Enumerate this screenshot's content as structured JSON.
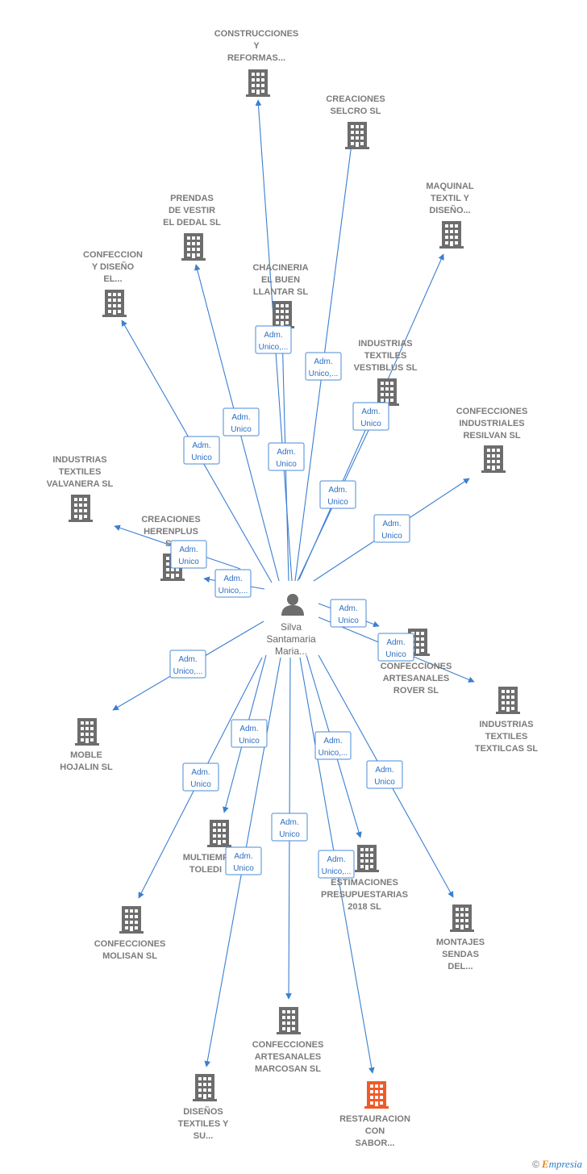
{
  "person": {
    "lines": [
      "Silva",
      "Santamaria",
      "Maria..."
    ],
    "icon": "person-icon"
  },
  "colors": {
    "edge": "#3b7fd1",
    "building": "#6d6d6d",
    "highlight": "#f05a28"
  },
  "companies": [
    {
      "id": "construcciones-reformas",
      "lines": [
        "CONSTRUCCIONES",
        "Y",
        "REFORMAS..."
      ],
      "edge": [
        "Adm.",
        "Unico,..."
      ],
      "highlight": false
    },
    {
      "id": "creaciones-selcro",
      "lines": [
        "CREACIONES",
        "SELCRO  SL"
      ],
      "edge": [
        "Adm.",
        "Unico,..."
      ],
      "highlight": false
    },
    {
      "id": "maquinal-textil",
      "lines": [
        "MAQUINAL",
        "TEXTIL Y",
        "DISEÑO..."
      ],
      "edge": [
        "Adm.",
        "Unico"
      ],
      "highlight": false
    },
    {
      "id": "prendas-de-vestir",
      "lines": [
        "PRENDAS",
        "DE VESTIR",
        "EL DEDAL SL"
      ],
      "edge": [
        "Adm.",
        "Unico"
      ],
      "highlight": false
    },
    {
      "id": "confeccion-y-diseno",
      "lines": [
        "CONFECCION",
        "Y DISEÑO",
        "EL..."
      ],
      "edge": [
        "Adm.",
        "Unico"
      ],
      "highlight": false
    },
    {
      "id": "chacineria-buen-llantar",
      "lines": [
        "CHACINERIA",
        "EL BUEN",
        "LLANTAR SL"
      ],
      "edge": [
        "Adm.",
        "Unico"
      ],
      "highlight": false
    },
    {
      "id": "industrias-vestiblus",
      "lines": [
        "INDUSTRIAS",
        "TEXTILES",
        "VESTIBLUS SL"
      ],
      "edge": [
        "Adm.",
        "Unico"
      ],
      "highlight": false
    },
    {
      "id": "confecciones-resilvan",
      "lines": [
        "CONFECCIONES",
        "INDUSTRIALES",
        "RESILVAN SL"
      ],
      "edge": [
        "Adm.",
        "Unico"
      ],
      "highlight": false
    },
    {
      "id": "industrias-valvanera",
      "lines": [
        "INDUSTRIAS",
        "TEXTILES",
        "VALVANERA SL"
      ],
      "edge": [
        "Adm.",
        "Unico"
      ],
      "highlight": false
    },
    {
      "id": "creaciones-herenplus",
      "lines": [
        "CREACIONES",
        "HERENPLUS",
        "SL"
      ],
      "edge": [
        "Adm.",
        "Unico,..."
      ],
      "highlight": false
    },
    {
      "id": "confecciones-rover",
      "lines": [
        "CONFECCIONES",
        "ARTESANALES",
        "ROVER SL"
      ],
      "edge": [
        "Adm.",
        "Unico"
      ],
      "highlight": false
    },
    {
      "id": "industrias-textilcas",
      "lines": [
        "INDUSTRIAS",
        "TEXTILES",
        "TEXTILCAS SL"
      ],
      "edge": [
        "Adm.",
        "Unico"
      ],
      "highlight": false
    },
    {
      "id": "moble-hojalin",
      "lines": [
        "MOBLE",
        "HOJALIN  SL"
      ],
      "edge": [
        "Adm.",
        "Unico,..."
      ],
      "highlight": false
    },
    {
      "id": "multiemp-toledi",
      "lines": [
        "MULTIEMP",
        "TOLEDI"
      ],
      "edge": [
        "Adm.",
        "Unico"
      ],
      "highlight": false
    },
    {
      "id": "estimaciones-presupuestarias",
      "lines": [
        "ESTIMACIONES",
        "PRESUPUESTARIAS",
        "2018  SL"
      ],
      "edge": [
        "Adm.",
        "Unico,..."
      ],
      "highlight": false
    },
    {
      "id": "confecciones-molisan",
      "lines": [
        "CONFECCIONES",
        "MOLISAN SL"
      ],
      "edge": [
        "Adm.",
        "Unico"
      ],
      "highlight": false
    },
    {
      "id": "montajes-sendas",
      "lines": [
        "MONTAJES",
        "SENDAS",
        "DEL..."
      ],
      "edge": [
        "Adm.",
        "Unico"
      ],
      "highlight": false
    },
    {
      "id": "confecciones-marcosan",
      "lines": [
        "CONFECCIONES",
        "ARTESANALES",
        "MARCOSAN SL"
      ],
      "edge": [
        "Adm.",
        "Unico"
      ],
      "highlight": false
    },
    {
      "id": "disenos-textiles",
      "lines": [
        "DISEÑOS",
        "TEXTILES Y",
        "SU..."
      ],
      "edge": [
        "Adm.",
        "Unico"
      ],
      "highlight": false
    },
    {
      "id": "restauracion-con-sabor",
      "lines": [
        "RESTAURACION",
        "CON",
        "SABOR..."
      ],
      "edge": [
        "Adm.",
        "Unico,..."
      ],
      "highlight": true
    }
  ],
  "footer": {
    "copyright": "©",
    "brand_e": "E",
    "brand_rest": "mpresia"
  }
}
